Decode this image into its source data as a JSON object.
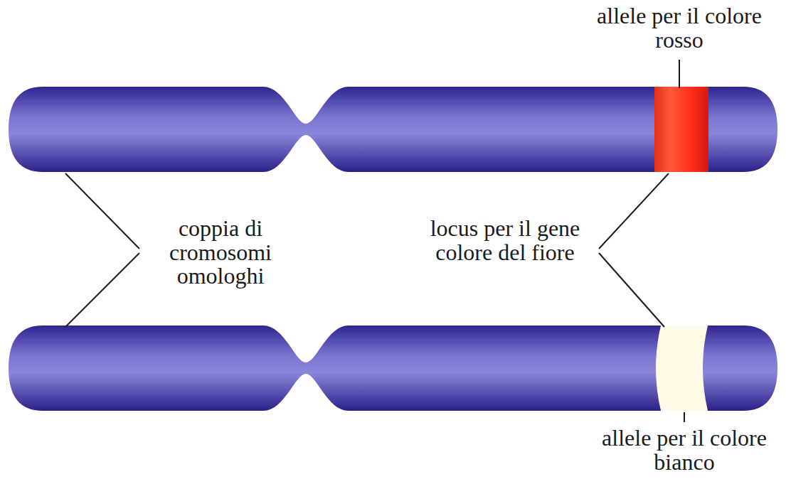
{
  "diagram": {
    "labels": [
      "allele per il colore rosso",
      "coppia di cromosomi omologhi",
      "locus per il gene colore del fiore",
      "allele per il colore bianco"
    ]
  }
}
